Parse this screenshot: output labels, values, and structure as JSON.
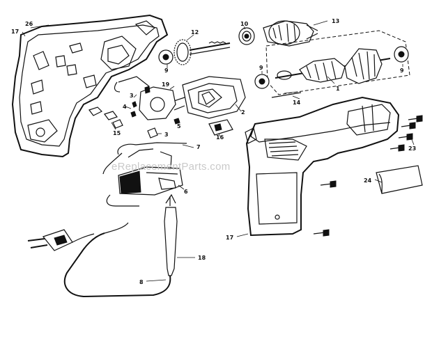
{
  "watermark": "eReplacementParts.com",
  "callouts": [
    "1",
    "2",
    "3",
    "3",
    "4",
    "5",
    "6",
    "7",
    "8",
    "9",
    "9",
    "9",
    "10",
    "12",
    "13",
    "14",
    "15",
    "16",
    "17",
    "17",
    "18",
    "19",
    "23",
    "24",
    "26"
  ]
}
